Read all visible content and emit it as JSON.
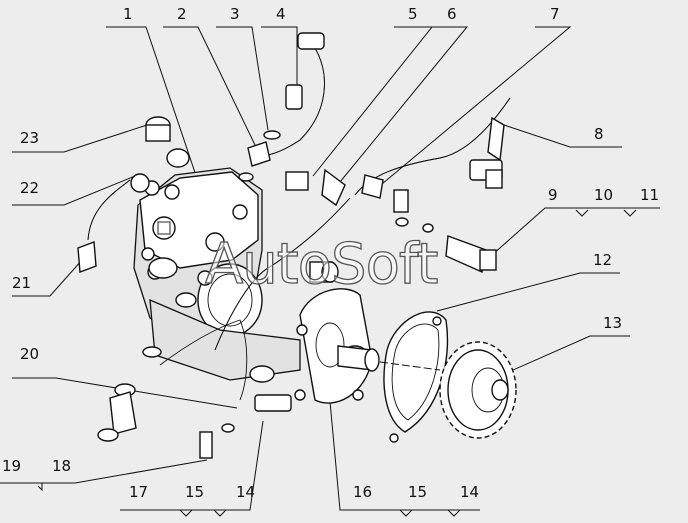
{
  "diagram": {
    "watermark": "AutoSoft",
    "callouts": [
      {
        "id": "c1",
        "text": "1"
      },
      {
        "id": "c2",
        "text": "2"
      },
      {
        "id": "c3",
        "text": "3"
      },
      {
        "id": "c4",
        "text": "4"
      },
      {
        "id": "c5",
        "text": "5"
      },
      {
        "id": "c6",
        "text": "6"
      },
      {
        "id": "c7",
        "text": "7"
      },
      {
        "id": "c8",
        "text": "8"
      },
      {
        "id": "c9",
        "text": "9"
      },
      {
        "id": "c10",
        "text": "10"
      },
      {
        "id": "c11",
        "text": "11"
      },
      {
        "id": "c12",
        "text": "12"
      },
      {
        "id": "c13",
        "text": "13"
      },
      {
        "id": "c14a",
        "text": "14"
      },
      {
        "id": "c15a",
        "text": "15"
      },
      {
        "id": "c16",
        "text": "16"
      },
      {
        "id": "c14b",
        "text": "14"
      },
      {
        "id": "c15b",
        "text": "15"
      },
      {
        "id": "c17",
        "text": "17"
      },
      {
        "id": "c18",
        "text": "18"
      },
      {
        "id": "c19",
        "text": "19"
      },
      {
        "id": "c20",
        "text": "20"
      },
      {
        "id": "c21",
        "text": "21"
      },
      {
        "id": "c22",
        "text": "22"
      },
      {
        "id": "c23",
        "text": "23"
      }
    ]
  }
}
